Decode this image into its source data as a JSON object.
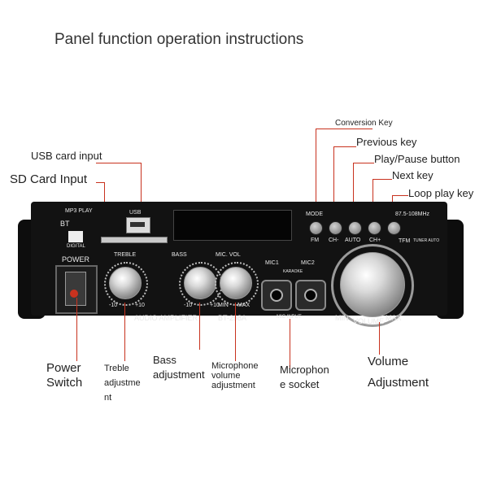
{
  "page": {
    "title": "Panel function operation instructions"
  },
  "callouts": {
    "conversion_key": "Conversion Key",
    "previous_key": "Previous key",
    "play_pause": "Play/Pause button",
    "next_key": "Next key",
    "loop_play": "Loop play key",
    "usb_card_input": "USB card input",
    "sd_card_input": "SD Card Input",
    "power_switch": "Power Switch",
    "treble_adjustment": "Treble adjustme nt",
    "bass_adjustment": "Bass adjustment",
    "mic_volume": "Microphone volume adjustment",
    "mic_socket": "Microphon e socket",
    "volume_adjustment": "Volume Adjustment"
  },
  "panel": {
    "mp3_play": "MP3 PLAY",
    "bt": "BT",
    "usb": "USB",
    "digital": "DIGITAL",
    "power": "POWER",
    "treble": "TREBLE",
    "bass": "BASS",
    "mic_vol": "MIC. VOL",
    "knob_min": "-10",
    "knob_max": "+10",
    "mic_min": "MIN",
    "mic_max": "MAX",
    "audio_amplifier": "AUDIO AMPLIFIER",
    "model": "BT-298A",
    "mic1": "MIC1",
    "mic2": "MIC2",
    "karaoke": "KARAOKE",
    "mic_input": "MIC INPUT",
    "mode": "MODE",
    "fm": "FM",
    "ch_minus": "CH-",
    "auto": "AUTO",
    "ch_plus": "CH+",
    "freq": "87.5-108MHz",
    "tfm": "TFM",
    "tuner_auto": "TUNER AUTO",
    "volume": "VOLUME",
    "vol_min": "MIN",
    "vol_max": "MAX"
  },
  "colors": {
    "callout_line": "#c8321e",
    "panel": "#121212"
  }
}
